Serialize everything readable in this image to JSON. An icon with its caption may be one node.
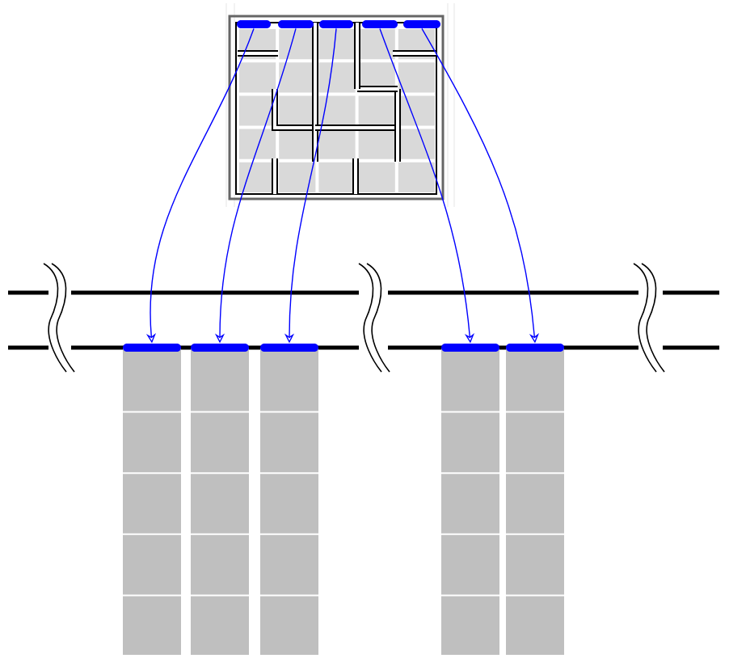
{
  "diagram": {
    "nodes": [
      {
        "text": [],
        "shape": "bar"
      },
      {
        "text": [],
        "shape": "bar"
      },
      {
        "text": [],
        "shape": "bar"
      },
      {
        "text": [],
        "shape": "bar"
      },
      {
        "text": [],
        "shape": "bar"
      },
      {
        "text": [],
        "shape": "bar"
      },
      {
        "text": [],
        "shape": "bar"
      },
      {
        "text": [],
        "shape": "bar"
      },
      {
        "text": [],
        "shape": "bar"
      },
      {
        "text": [],
        "shape": "bar"
      }
    ],
    "edges": [
      {
        "from": 0,
        "to": 5,
        "arrow": "to",
        "color": "#0000ff"
      },
      {
        "from": 1,
        "to": 6,
        "arrow": "to",
        "color": "#0000ff"
      },
      {
        "from": 2,
        "to": 7,
        "arrow": "to",
        "color": "#0000ff"
      },
      {
        "from": 3,
        "to": 8,
        "arrow": "to",
        "color": "#0000ff"
      },
      {
        "from": 4,
        "to": 9,
        "arrow": "to",
        "color": "#0000ff"
      }
    ]
  }
}
